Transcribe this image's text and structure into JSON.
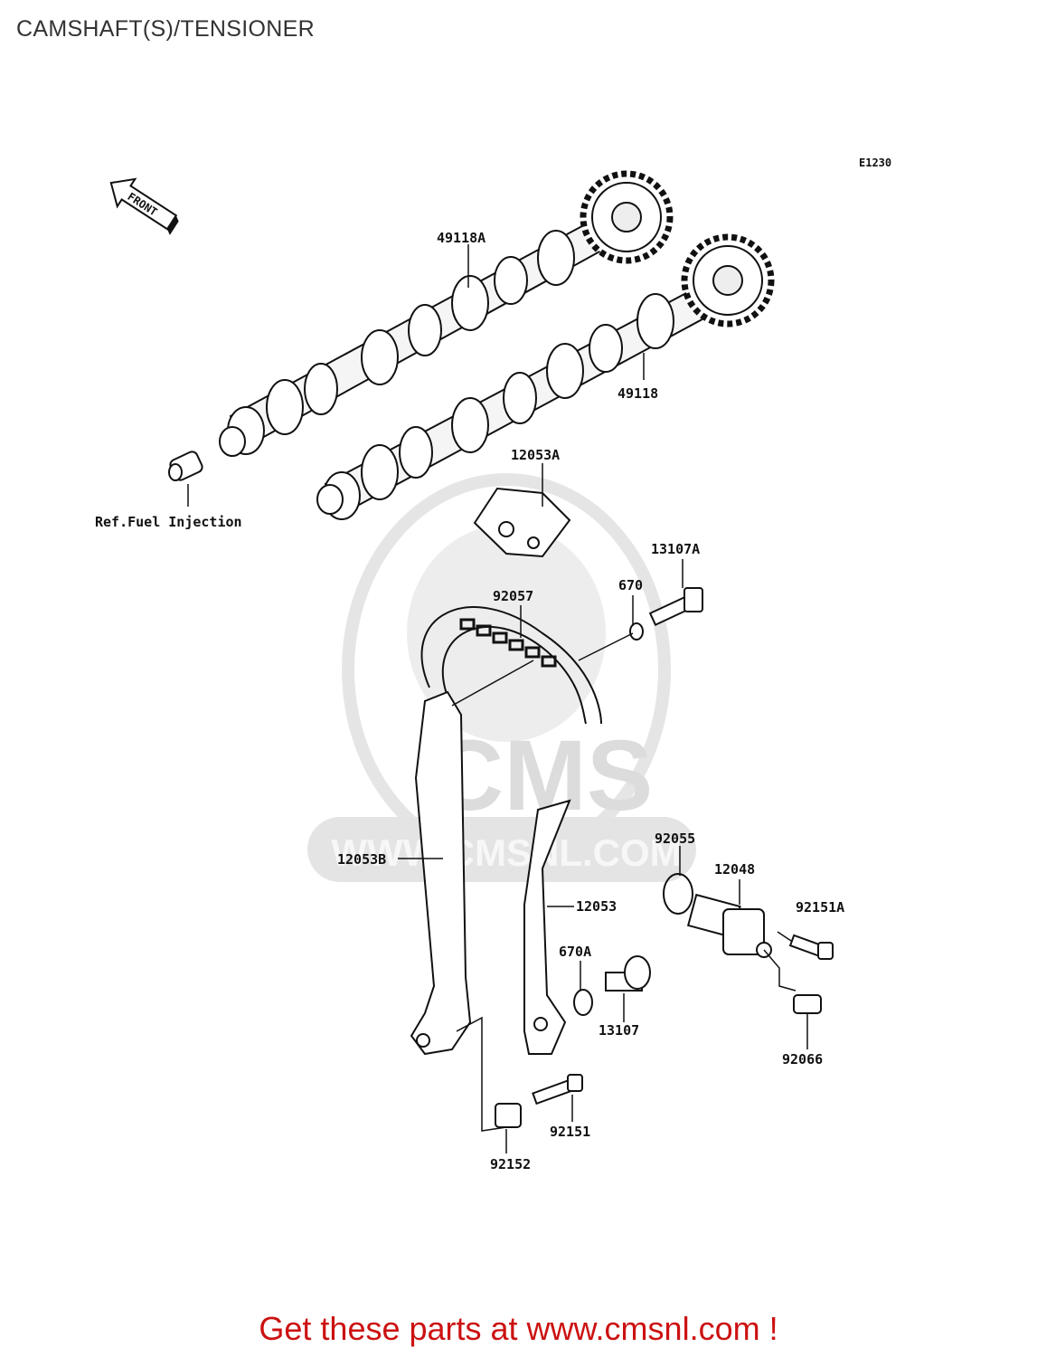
{
  "page": {
    "title": "CAMSHAFT(S)/TENSIONER",
    "footer": "Get these parts at www.cmsnl.com !"
  },
  "diagram": {
    "code": "E1230",
    "front_marker": "FRONT",
    "watermark": {
      "brand": "CMS",
      "url": "WWW.CMSNL.COM"
    },
    "labels": {
      "p49118a": "49118A",
      "p49118": "49118",
      "ref_fuel": "Ref.Fuel Injection",
      "p12053a": "12053A",
      "p13107a": "13107A",
      "p670": "670",
      "p92057": "92057",
      "p12053b": "12053B",
      "p92055": "92055",
      "p12048": "12048",
      "p92151a": "92151A",
      "p12053": "12053",
      "p670a": "670A",
      "p13107": "13107",
      "p92066": "92066",
      "p92151": "92151",
      "p92152": "92152"
    }
  }
}
